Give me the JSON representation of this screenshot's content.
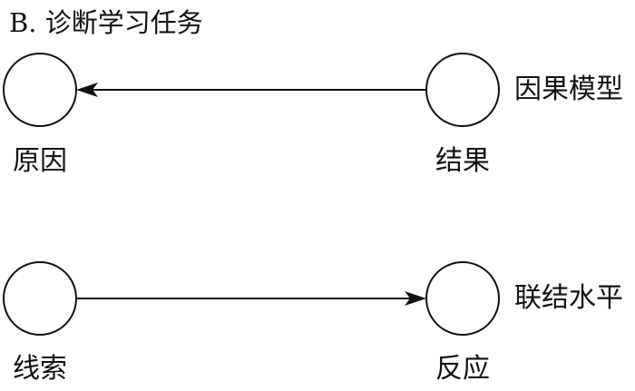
{
  "title": "B. 诊断学习任务",
  "rows": [
    {
      "model_label": "因果模型",
      "left_node": "原因",
      "right_node": "结果",
      "arrow_direction": "right-to-left"
    },
    {
      "model_label": "联结水平",
      "left_node": "线索",
      "right_node": "反应",
      "arrow_direction": "left-to-right"
    }
  ]
}
